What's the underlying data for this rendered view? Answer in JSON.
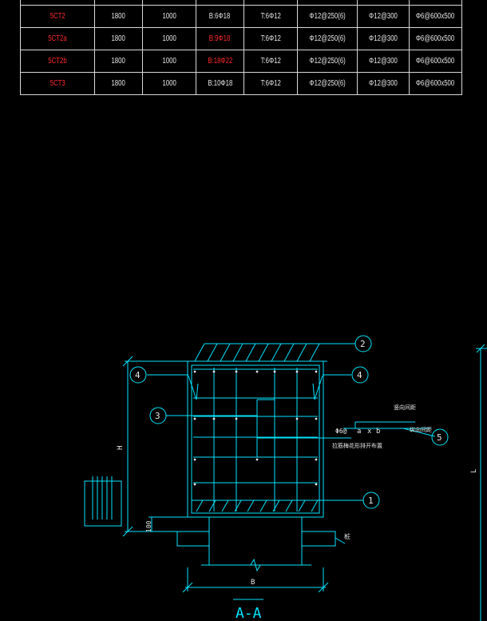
{
  "schedule": {
    "rows": [
      {
        "id": "5CT2",
        "a": "1800",
        "b": "1000",
        "bottom": "B:6Φ18",
        "top": "T:6Φ12",
        "stirrup": "Φ12@250(6)",
        "side": "Φ12@300",
        "tie": "Φ6@600x500",
        "red_id": true,
        "red_bottom": false
      },
      {
        "id": "5CT2a",
        "a": "1800",
        "b": "1000",
        "bottom": "B:9Φ18",
        "top": "T:6Φ12",
        "stirrup": "Φ12@250(6)",
        "side": "Φ12@300",
        "tie": "Φ6@600x500",
        "red_id": true,
        "red_bottom": true
      },
      {
        "id": "5CT2b",
        "a": "1800",
        "b": "1000",
        "bottom": "B:18Φ22",
        "top": "T:6Φ12",
        "stirrup": "Φ12@250(6)",
        "side": "Φ12@300",
        "tie": "Φ6@600x500",
        "red_id": true,
        "red_bottom": true
      },
      {
        "id": "5CT3",
        "a": "1800",
        "b": "1000",
        "bottom": "B:10Φ18",
        "top": "T:6Φ12",
        "stirrup": "Φ12@250(6)",
        "side": "Φ12@300",
        "tie": "Φ6@600x500",
        "red_id": true,
        "red_bottom": false
      }
    ]
  },
  "section": {
    "title": "A-A",
    "width_label": "B",
    "height_label": "H",
    "length_label": "L",
    "cover_label": "100",
    "pile_label": "桩",
    "tie_label": "Φ6@",
    "spacing_a": "a",
    "spacing_x": "x",
    "spacing_b": "b",
    "vertical_spacing_label": "竖向间距",
    "horizontal_spacing_label": "纵向间距",
    "tie_note": "拉筋梅花形排开布置",
    "markers": [
      "1",
      "2",
      "3",
      "4",
      "4",
      "5"
    ]
  },
  "colors": {
    "line": "#00e5ff",
    "text": "#e6e6e6",
    "red": "#ff2a2a",
    "grid": "#d8d8d8"
  }
}
